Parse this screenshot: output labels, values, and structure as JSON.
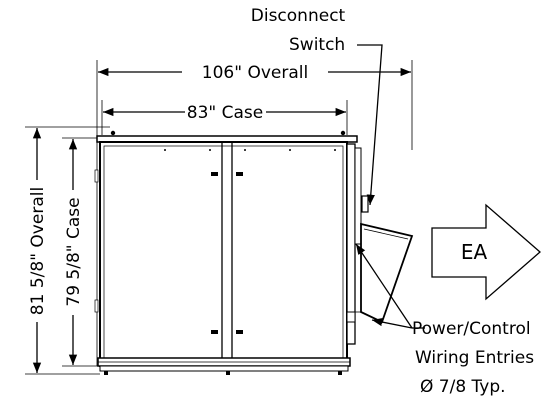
{
  "labels": {
    "disconnect_line1": "Disconnect",
    "disconnect_line2": "Switch",
    "overall_width": "106\" Overall",
    "case_width": "83\" Case",
    "overall_height": "81 5/8\" Overall",
    "case_height": "79 5/8\" Case",
    "airflow": "EA",
    "power_line1": "Power/Control",
    "power_line2": "Wiring Entries",
    "power_line3": "Ø 7/8 Typ."
  }
}
